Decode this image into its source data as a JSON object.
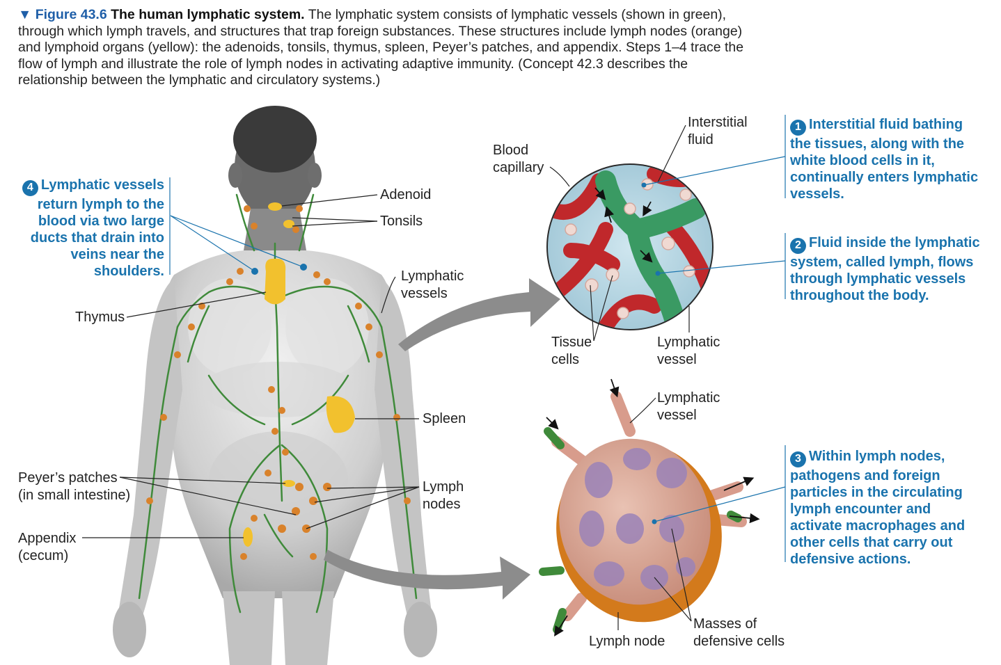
{
  "caption": {
    "figure_number": "▼ Figure 43.6",
    "figure_title": "The human lymphatic system.",
    "text": "The lymphatic system consists of lymphatic vessels (shown in green), through which lymph travels, and structures that trap foreign substances. These structures include lymph nodes (orange) and lymphoid organs (yellow): the adenoids, tonsils, thymus, spleen, Peyer’s patches, and appendix. Steps 1–4 trace the flow of lymph and illustrate the role of lymph nodes in activating adaptive immunity. (Concept 42.3 describes the relationship between the lymphatic and circulatory systems.)"
  },
  "labels": {
    "adenoid": "Adenoid",
    "tonsils": "Tonsils",
    "lymphatic_vessels_1": "Lymphatic",
    "lymphatic_vessels_2": "vessels",
    "thymus": "Thymus",
    "spleen": "Spleen",
    "peyers_1": "Peyer’s patches",
    "peyers_2": "(in small intestine)",
    "lymph_nodes_1": "Lymph",
    "lymph_nodes_2": "nodes",
    "appendix_1": "Appendix",
    "appendix_2": "(cecum)",
    "blood_capillary_1": "Blood",
    "blood_capillary_2": "capillary",
    "interstitial_1": "Interstitial",
    "interstitial_2": "fluid",
    "tissue_cells_1": "Tissue",
    "tissue_cells_2": "cells",
    "lymphatic_vessel_a_1": "Lymphatic",
    "lymphatic_vessel_a_2": "vessel",
    "lymphatic_vessel_b_1": "Lymphatic",
    "lymphatic_vessel_b_2": "vessel",
    "lymph_node": "Lymph node",
    "masses_1": "Masses of",
    "masses_2": "defensive cells"
  },
  "steps": {
    "s1": {
      "num": "1",
      "lines": [
        "Interstitial fluid bathing",
        "the tissues, along with the",
        "white blood cells in it,",
        "continually enters lymphatic",
        "vessels."
      ]
    },
    "s2": {
      "num": "2",
      "lines": [
        "Fluid inside the lymphatic",
        "system, called lymph, flows",
        "through lymphatic vessels",
        "throughout the body."
      ]
    },
    "s3": {
      "num": "3",
      "lines": [
        "Within lymph nodes,",
        "pathogens and foreign",
        "particles in the circulating",
        "lymph encounter and",
        "activate macrophages and",
        "other cells that carry out",
        "defensive actions."
      ]
    },
    "s4": {
      "num": "4",
      "lines": [
        "Lymphatic vessels",
        "return lymph to the",
        "blood via two large",
        "ducts that drain into",
        "veins near the",
        "shoulders."
      ]
    }
  },
  "colors": {
    "step_blue": "#1a73ad",
    "figure_blue": "#1f5fa8",
    "vessel_green": "#3f8a3a",
    "node_orange": "#d9822b",
    "organ_yellow": "#f2c12e",
    "capillary_red": "#c0282b",
    "body_gray": "#d3d3d3"
  }
}
